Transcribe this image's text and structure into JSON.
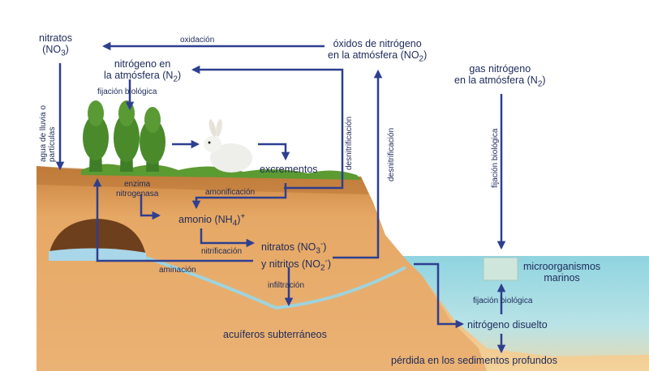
{
  "colors": {
    "arrow": "#2e3f8f",
    "soil": "#e3a05c",
    "soil_dark": "#b06a2c",
    "sea": "#8fd1de",
    "grass": "#4a8a2a",
    "text": "#1e2a5a"
  },
  "labels": {
    "nitrates_top_1": "nitratos",
    "nitrates_top_2": "(NO",
    "nitrates_top_2_sub": "3",
    "nitrates_top_2_end": ")",
    "oxidation": "oxidación",
    "oxides_1": "óxidos de nitrógeno",
    "oxides_2": "en la atmósfera (NO",
    "oxides_2_sub": "2",
    "oxides_2_end": ")",
    "n_atm_1": "nitrógeno en",
    "n_atm_2": "la atmósfera (N",
    "n_atm_2_sub": "2",
    "n_atm_2_end": ")",
    "n_gas_1": "gas nitrógeno",
    "n_gas_2": "en la atmósfera (N",
    "n_gas_2_sub": "2",
    "n_gas_2_end": ")",
    "bio_fix_top": "fijación biológica",
    "rain_1": "agua de lluvia o",
    "rain_2": "partículas",
    "denit_1": "desnitrificación",
    "denit_2": "desnitrificación",
    "bio_fix_sea_vertical": "fijación biológica",
    "excrements": "excrementos",
    "ammonification": "amonificación",
    "enzyme_1": "enzima",
    "enzyme_2": "nitrogenasa",
    "ammonium": "amonio (NH",
    "ammonium_sub": "4",
    "ammonium_sup": "+",
    "ammonium_end": ")",
    "nitrification": "nitrificación",
    "nitrates_mid": "nitratos (NO",
    "nitrates_mid_sub": "3",
    "nitrates_mid_sup": "-",
    "nitrates_mid_end": ")",
    "nitrites": "y nitritos (NO",
    "nitrites_sub": "2",
    "nitrites_sup": "-",
    "nitrites_end": ")",
    "amination": "aminación",
    "infiltration": "infiltración",
    "aquifers": "acuíferos subterráneos",
    "microorganisms_1": "microorganismos",
    "microorganisms_2": "marinos",
    "bio_fix_sea": "fijación biológica",
    "dissolved_n": "nitrógeno disuelto",
    "sediment_loss": "pérdida en los sedimentos profundos"
  }
}
